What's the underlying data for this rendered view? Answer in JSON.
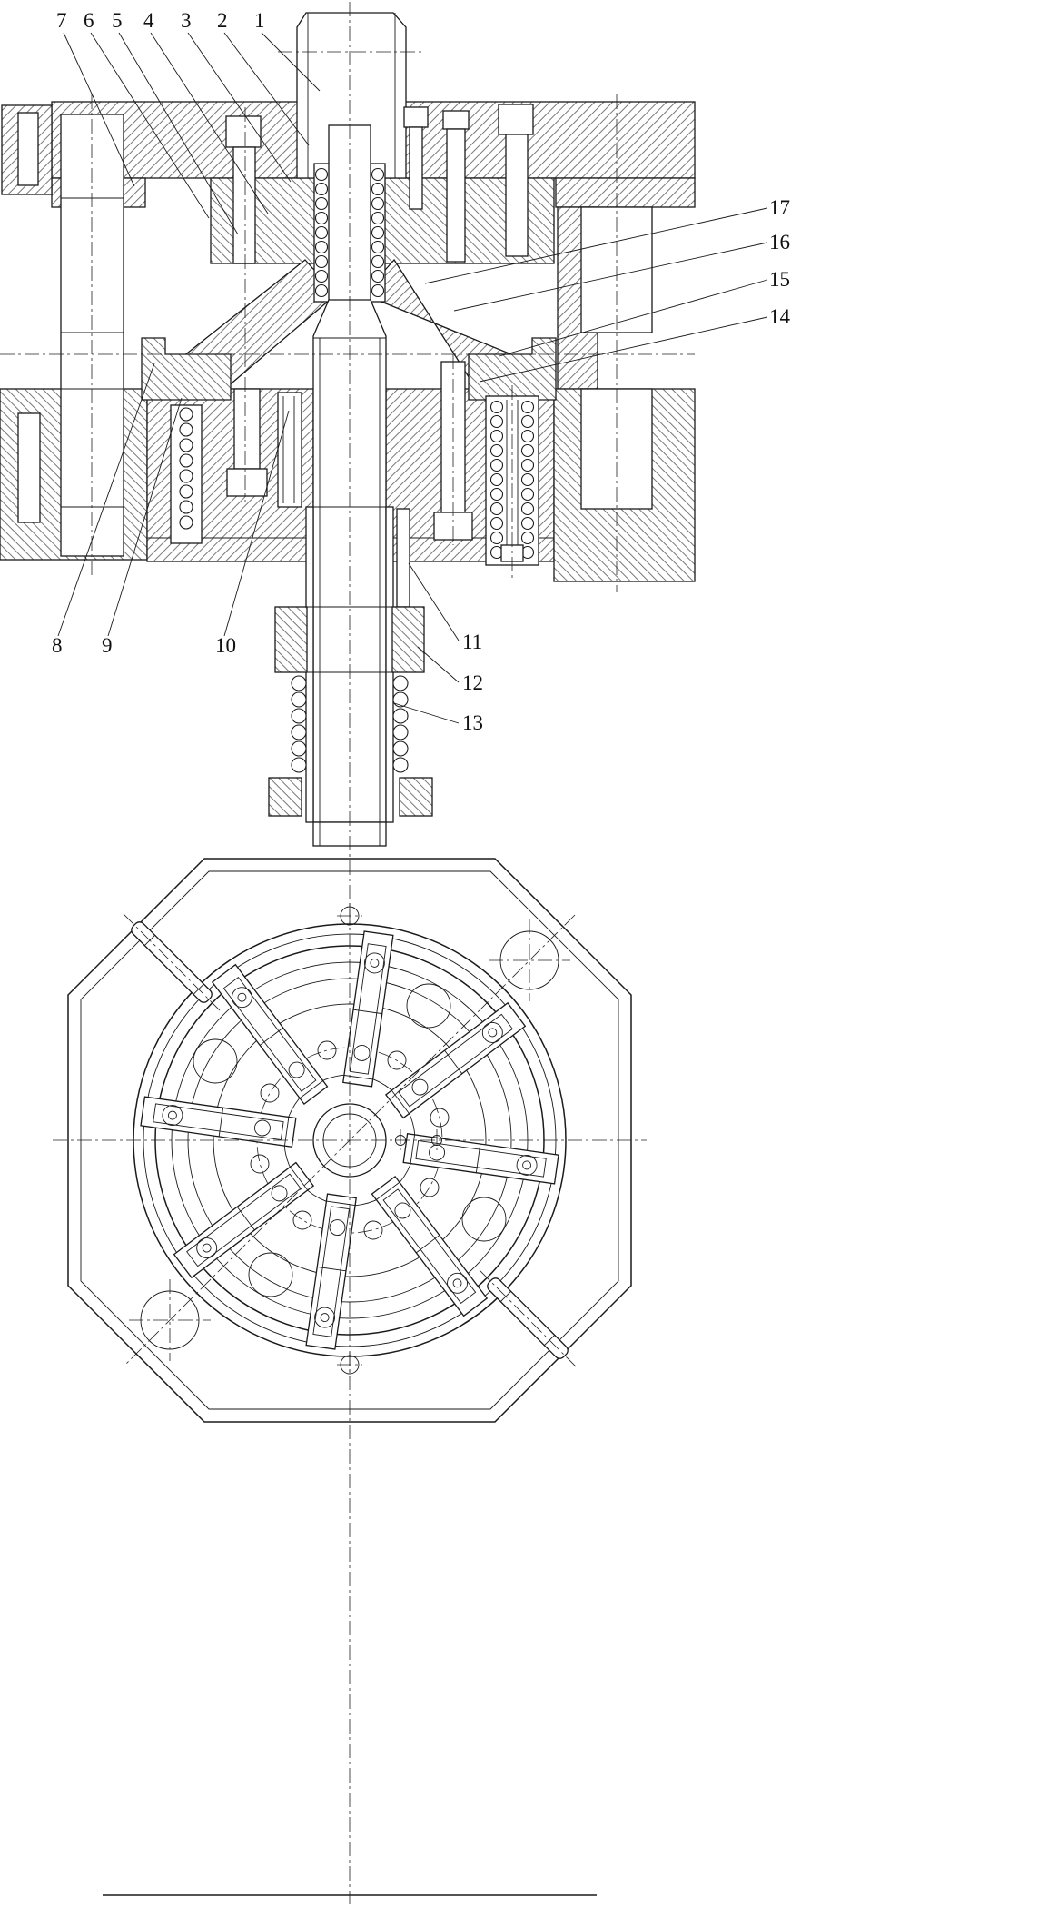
{
  "colors": {
    "line": "#1a1a1a",
    "background": "#ffffff"
  },
  "callouts": {
    "top": [
      {
        "label": "7"
      },
      {
        "label": "6"
      },
      {
        "label": "5"
      },
      {
        "label": "4"
      },
      {
        "label": "3"
      },
      {
        "label": "2"
      },
      {
        "label": "1"
      }
    ],
    "right": [
      {
        "label": "17"
      },
      {
        "label": "16"
      },
      {
        "label": "15"
      },
      {
        "label": "14"
      }
    ],
    "lower_left": [
      {
        "label": "8"
      },
      {
        "label": "9"
      },
      {
        "label": "10"
      }
    ],
    "lower_right": [
      {
        "label": "11"
      },
      {
        "label": "12"
      },
      {
        "label": "13"
      }
    ]
  }
}
